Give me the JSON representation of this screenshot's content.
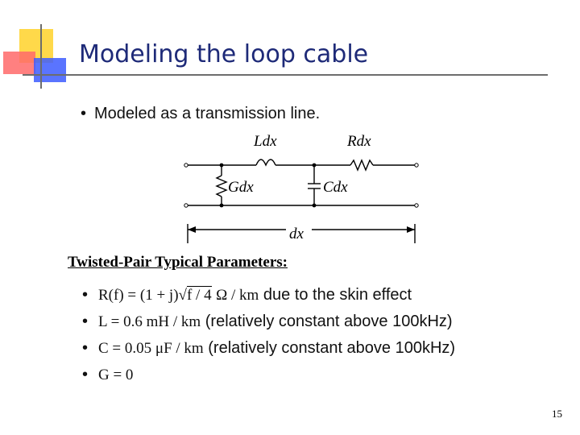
{
  "slide": {
    "title": "Modeling the loop cable",
    "page_number": "15",
    "accent_colors": {
      "yellow": "#ffd94a",
      "red": "#ff3b3b",
      "blue": "#3d5cff",
      "title_blue": "#1e2a78"
    }
  },
  "bullet_main": {
    "text": "Modeled as a transmission line."
  },
  "circuit": {
    "labels": {
      "inductor": "Ldx",
      "resistor": "Rdx",
      "conductance": "Gdx",
      "capacitance": "Cdx",
      "length": "dx"
    }
  },
  "params": {
    "heading": "Twisted-Pair Typical Parameters:",
    "items": [
      {
        "equation_left": "R(f) = (1 + j)",
        "equation_sqrt": "f / 4",
        "equation_unit": "Ω / km",
        "note": "due to the skin effect"
      },
      {
        "equation": "L = 0.6 mH / km",
        "note": "(relatively constant above 100kHz)"
      },
      {
        "equation": "C = 0.05 μF / km",
        "note": "(relatively constant above 100kHz)"
      },
      {
        "equation": "G = 0",
        "note": ""
      }
    ]
  }
}
